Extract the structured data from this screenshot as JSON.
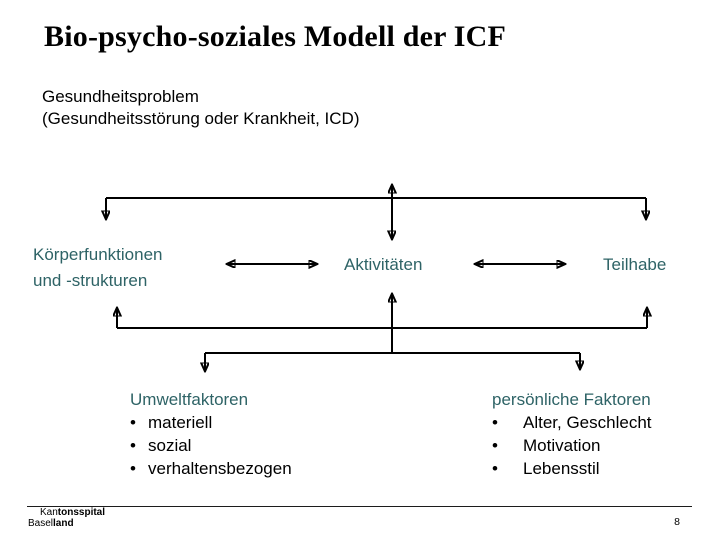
{
  "colors": {
    "accent_teal": "#2E6366",
    "arrow_black": "#000000"
  },
  "title": "Bio-psycho-soziales Modell der ICF",
  "health_problem": {
    "line1": "Gesundheitsproblem",
    "line2": "(Gesundheitsstörung oder Krankheit, ICD)"
  },
  "components": {
    "body_functions_line1": "Körperfunktionen",
    "body_functions_line2": "und -strukturen",
    "activities": "Aktivitäten",
    "participation": "Teilhabe"
  },
  "environment_factors": {
    "heading": "Umweltfaktoren",
    "bullet_char": "•",
    "items": [
      "materiell",
      "sozial",
      "verhaltensbezogen"
    ]
  },
  "personal_factors": {
    "heading": "persönliche Faktoren",
    "bullet_char": "•",
    "items": [
      "Alter, Geschlecht",
      "Motivation",
      "Lebensstil"
    ]
  },
  "footer": {
    "logo_line1_regular": "Kan",
    "logo_line1_bold": "tonsspital",
    "logo_line2_regular": "Basel",
    "logo_line2_bold": "land",
    "page_number": "8"
  }
}
